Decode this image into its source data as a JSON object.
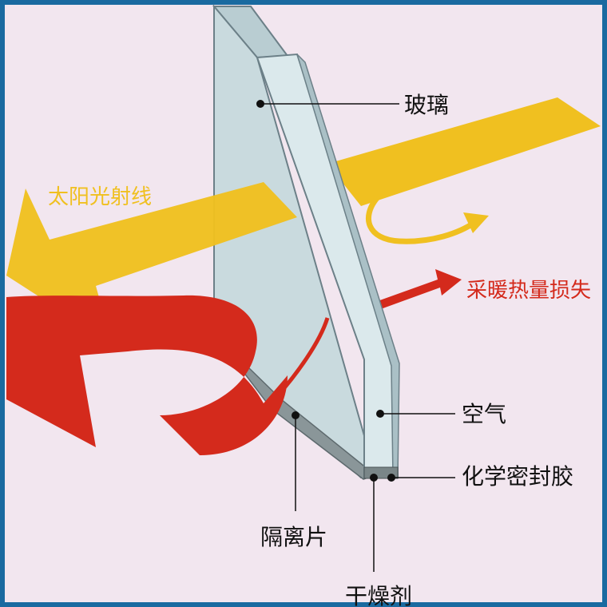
{
  "labels": {
    "glass": "玻璃",
    "solar_radiation": "太阳光射线",
    "heating_heat_loss": "采暖热量损失",
    "air": "空气",
    "chemical_sealant": "化学密封胶",
    "spacer": "隔离片",
    "desiccant": "干燥剂"
  },
  "colors": {
    "frame": "#1a6aa0",
    "background": "#f2e6ef",
    "solar_arrow": "#f0c020",
    "solar_label": "#f0c020",
    "heat_arrow": "#d42a1c",
    "heat_label": "#d42a1c",
    "glass": "#cfe0e4",
    "glass_edge": "#6c8088",
    "spacer": "#8a9699",
    "text": "#111111"
  }
}
